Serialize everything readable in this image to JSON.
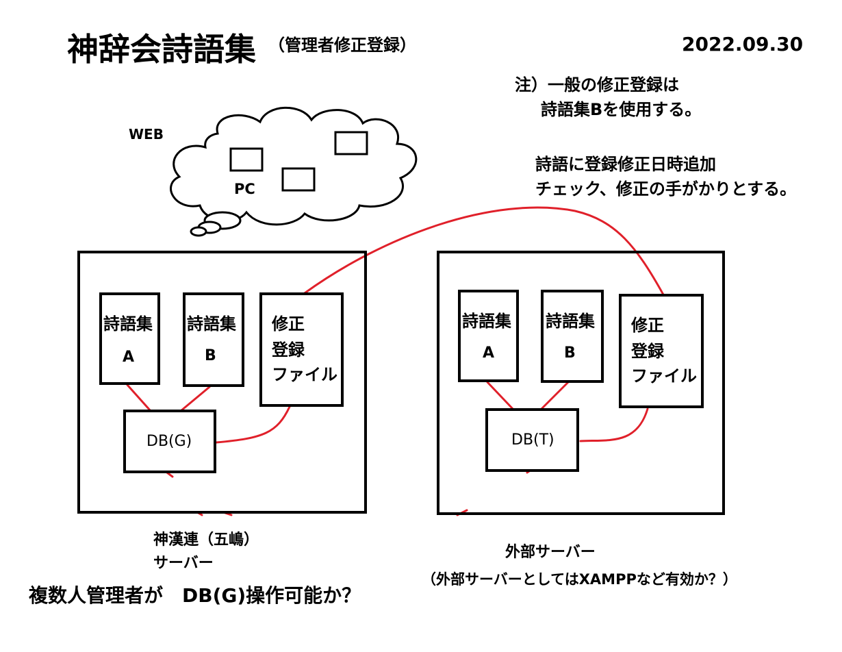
{
  "header": {
    "title": "神辞会詩語集",
    "subtitle": "（管理者修正登録）",
    "date": "2022.09.30"
  },
  "notes": {
    "line1": "注）一般の修正登録は",
    "line2": "詩語集Bを使用する。",
    "line3": "詩語に登録修正日時追加",
    "line4": "チェック、修正の手がかりとする。"
  },
  "cloud": {
    "web_label": "WEB",
    "pc_label": "PC"
  },
  "servers": [
    {
      "box_a": {
        "line1": "詩語集",
        "line2": "A"
      },
      "box_b": {
        "line1": "詩語集",
        "line2": "B"
      },
      "box_fix": {
        "line1": "修正",
        "line2": "登録",
        "line3": "ファイル"
      },
      "db_label": "DB(G)",
      "caption_line1": "神漢連（五嶋）",
      "caption_line2": "サーバー"
    },
    {
      "box_a": {
        "line1": "詩語集",
        "line2": "A"
      },
      "box_b": {
        "line1": "詩語集",
        "line2": "B"
      },
      "box_fix": {
        "line1": "修正",
        "line2": "登録",
        "line3": "ファイル"
      },
      "db_label": "DB(T)",
      "caption_line1": "外部サーバー",
      "caption_line2": "（外部サーバーとしてはXAMPPなど有効か？）"
    }
  ],
  "footer": {
    "question": "複数人管理者が　DB(G)操作可能か？"
  },
  "colors": {
    "link": "#e0202a",
    "ink": "#000000"
  }
}
